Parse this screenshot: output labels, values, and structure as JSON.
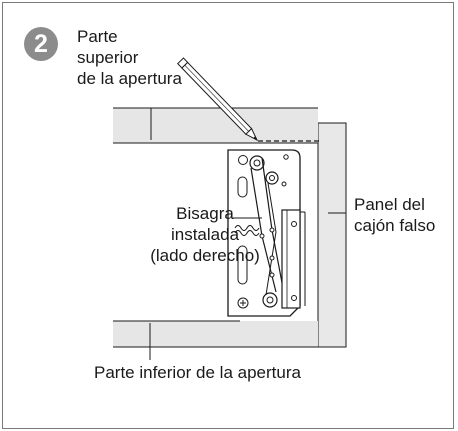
{
  "step": {
    "number": "2"
  },
  "labels": {
    "top_opening": [
      "Parte",
      "superior",
      "de la apertura"
    ],
    "hinge": [
      "Bisagra",
      "instalada",
      "(lado derecho)"
    ],
    "panel": [
      "Panel del",
      "cajón falso"
    ],
    "bottom_opening": "Parte inferior de la apertura"
  },
  "colors": {
    "badge": "#8c8c8c",
    "rail_fill": "#e6e6e6",
    "panel_fill": "#e8e8e8",
    "line": "#1a1a1a",
    "frame": "#7a7a7a"
  }
}
